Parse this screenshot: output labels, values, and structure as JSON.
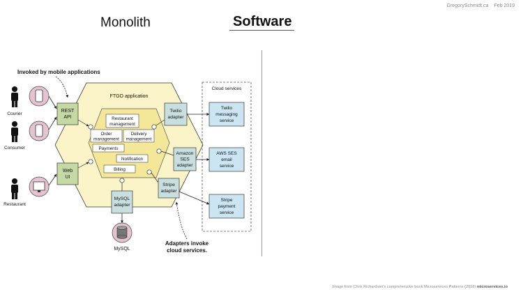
{
  "header": {
    "site": "GregorySchmidt.ca",
    "date": "Feb 2019"
  },
  "titles": {
    "left": "Monolith",
    "right": "Software"
  },
  "diagram": {
    "callout_top": "Invoked by mobile applications",
    "callout_bottom_line1": "Adapters invoke",
    "callout_bottom_line2": "cloud services.",
    "app_title": "FTGO application",
    "actors": {
      "courier": "Courier",
      "consumer": "Consumer",
      "restaurant": "Restaurant"
    },
    "inbound": {
      "rest_api_line1": "REST",
      "rest_api_line2": "API",
      "web_ui_line1": "Web",
      "web_ui_line2": "UI"
    },
    "modules": {
      "restaurant_mgmt_line1": "Restaurant",
      "restaurant_mgmt_line2": "management",
      "order_mgmt_line1": "Order",
      "order_mgmt_line2": "management",
      "delivery_mgmt_line1": "Delivery",
      "delivery_mgmt_line2": "management",
      "payments": "Payments",
      "notification": "Notification",
      "billing": "Billing"
    },
    "adapters": {
      "twilio_line1": "Twilio",
      "twilio_line2": "adapter",
      "ses_line1": "Amazon",
      "ses_line2": "SES",
      "ses_line3": "adapter",
      "stripe_line1": "Stripe",
      "stripe_line2": "adapter",
      "mysql_line1": "MySQL",
      "mysql_line2": "adapter"
    },
    "cloud": {
      "title": "Cloud services",
      "twilio_line1": "Twilio",
      "twilio_line2": "messaging",
      "twilio_line3": "service",
      "ses_line1": "AWS SES",
      "ses_line2": "email",
      "ses_line3": "service",
      "stripe_line1": "Stripe",
      "stripe_line2": "payment",
      "stripe_line3": "service"
    },
    "database": "MySQL"
  },
  "footer": {
    "text": "Image from Chris Richardson's comprehensive book Microservices Patterns (2018)",
    "link": "microservices.io"
  },
  "colors": {
    "hex_outer": "#fbf4c9",
    "hex_inner": "#f4e79a",
    "adapter_green": "#c4d9a4",
    "adapter_teal": "#c9dfdf",
    "cloud_blue": "#cbe6f2",
    "device_pink": "#e6c3d1"
  }
}
